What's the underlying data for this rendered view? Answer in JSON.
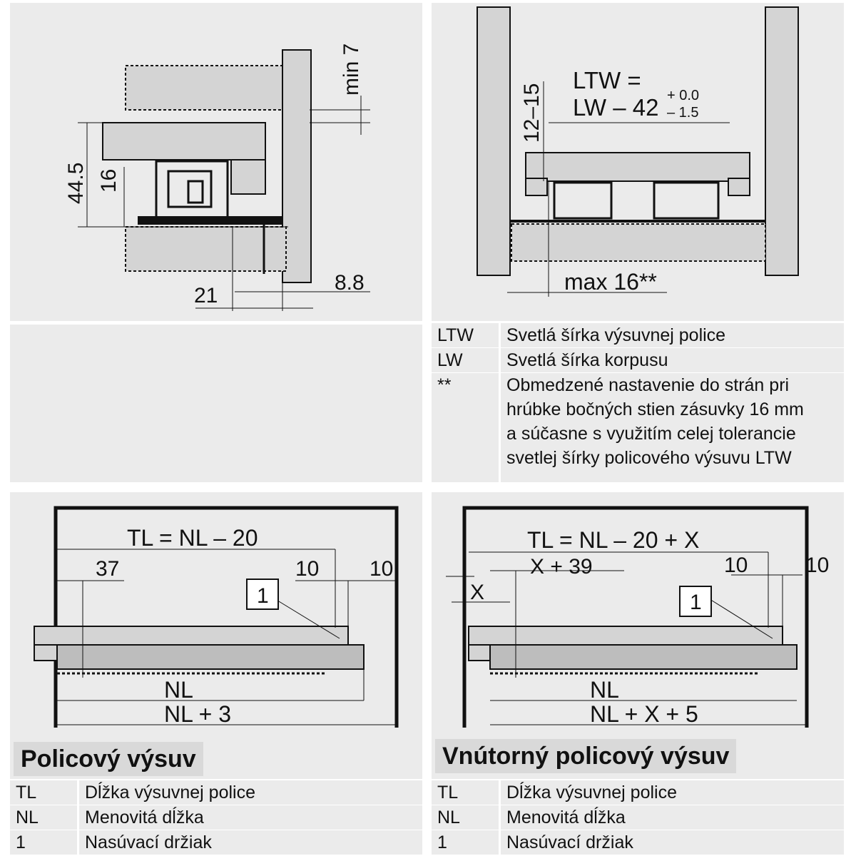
{
  "side_section": {
    "dims": {
      "min7": "min 7",
      "d445": "44.5",
      "d16": "16",
      "d21": "21",
      "d88": "8.8"
    }
  },
  "front_section": {
    "ltw_line1": "LTW =",
    "ltw_line2": "LW – 42",
    "tol_plus": "+ 0.0",
    "tol_minus": "– 1.5",
    "d1215": "12–15",
    "max16": "max 16**"
  },
  "legend_top": [
    {
      "key": "LTW",
      "value": "Svetlá šírka výsuvnej police"
    },
    {
      "key": "LW",
      "value": "Svetlá šírka korpusu"
    },
    {
      "key": "**",
      "lines": [
        "Obmedzené nastavenie do strán pri",
        "hrúbke bočných stien zásuvky 16 mm",
        "a súčasne s využitím celej tolerancie",
        "svetlej šírky policového výsuvu LTW"
      ]
    }
  ],
  "left_drawing": {
    "tl": "TL = NL – 20",
    "d37": "37",
    "d10a": "10",
    "d10b": "10",
    "callout": "1",
    "nl": "NL",
    "nl3": "NL + 3"
  },
  "right_drawing": {
    "tl": "TL = NL – 20 + X",
    "x39": "X + 39",
    "x": "X",
    "d10a": "10",
    "d10b": "10",
    "callout": "1",
    "nl": "NL",
    "nlx5": "NL + X + 5"
  },
  "left_heading": "Policový výsuv",
  "right_heading": "Vnútorný policový výsuv",
  "legend_bottom": [
    {
      "key": "TL",
      "value": "Dĺžka výsuvnej police"
    },
    {
      "key": "NL",
      "value": "Menovitá dĺžka"
    },
    {
      "key": "1",
      "value": "Nasúvací držiak"
    }
  ]
}
